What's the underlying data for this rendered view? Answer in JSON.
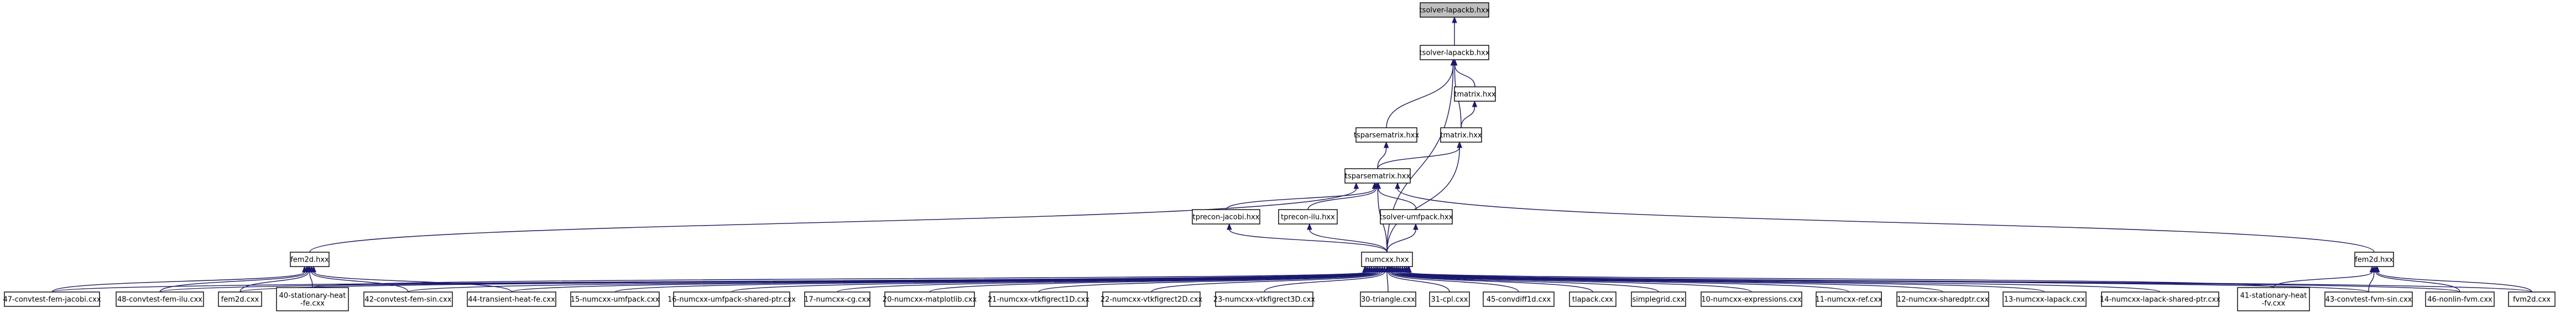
{
  "diagram": {
    "type": "include-dependency-graph",
    "nodes": [
      {
        "id": "root",
        "label": "tsolver-lapackb.hxx",
        "root": true
      },
      {
        "id": "tlapackb",
        "label": "tsolver-lapackb.hxx"
      },
      {
        "id": "tmatrix",
        "label": "tmatrix.hxx"
      },
      {
        "id": "tsparsematrix",
        "label": "tsparsematrix.hxx"
      },
      {
        "id": "tmatrix2",
        "label": "tmatrix.hxx"
      },
      {
        "id": "tsparsematrix2",
        "label": "tsparsematrix.hxx"
      },
      {
        "id": "tpreconjacobi",
        "label": "tprecon-jacobi.hxx"
      },
      {
        "id": "tpreconilu",
        "label": "tprecon-ilu.hxx"
      },
      {
        "id": "tsolverumfpack",
        "label": "tsolver-umfpack.hxx"
      },
      {
        "id": "fem2dl",
        "label": "fem2d.hxx"
      },
      {
        "id": "fem2dr",
        "label": "fem2d.hxx"
      },
      {
        "id": "numcxx",
        "label": "numcxx.hxx"
      },
      {
        "id": "b1",
        "label": "47-convtest-fem-jacobi.cxx"
      },
      {
        "id": "b2",
        "label": "48-convtest-fem-ilu.cxx"
      },
      {
        "id": "b3",
        "label": "fem2d.cxx"
      },
      {
        "id": "b4",
        "label": [
          "40-stationary-heat",
          "-fe.cxx"
        ]
      },
      {
        "id": "b5",
        "label": "42-convtest-fem-sin.cxx"
      },
      {
        "id": "b6",
        "label": "44-transient-heat-fe.cxx"
      },
      {
        "id": "b7",
        "label": "15-numcxx-umfpack.cxx"
      },
      {
        "id": "b8",
        "label": "16-numcxx-umfpack-shared-ptr.cxx"
      },
      {
        "id": "b9",
        "label": "17-numcxx-cg.cxx"
      },
      {
        "id": "b10",
        "label": "20-numcxx-matplotlib.cxx"
      },
      {
        "id": "b11",
        "label": "21-numcxx-vtkfigrect1D.cxx"
      },
      {
        "id": "b12",
        "label": "22-numcxx-vtkfigrect2D.cxx"
      },
      {
        "id": "b13",
        "label": "23-numcxx-vtkfigrect3D.cxx"
      },
      {
        "id": "b14",
        "label": "30-triangle.cxx"
      },
      {
        "id": "b15",
        "label": "31-cpl.cxx"
      },
      {
        "id": "b16",
        "label": "45-convdiff1d.cxx"
      },
      {
        "id": "b17",
        "label": "tlapack.cxx"
      },
      {
        "id": "b18",
        "label": "simplegrid.cxx"
      },
      {
        "id": "b19",
        "label": "10-numcxx-expressions.cxx"
      },
      {
        "id": "b20",
        "label": "11-numcxx-ref.cxx"
      },
      {
        "id": "b21",
        "label": "12-numcxx-sharedptr.cxx"
      },
      {
        "id": "b22",
        "label": "13-numcxx-lapack.cxx"
      },
      {
        "id": "b23",
        "label": "14-numcxx-lapack-shared-ptr.cxx"
      },
      {
        "id": "b24",
        "label": [
          "41-stationary-heat",
          "-fv.cxx"
        ]
      },
      {
        "id": "b25",
        "label": "43-convtest-fvm-sin.cxx"
      },
      {
        "id": "b26",
        "label": "46-nonlin-fvm.cxx"
      },
      {
        "id": "b27",
        "label": "fvm2d.cxx"
      }
    ],
    "edges": [
      [
        "tlapackb",
        "root"
      ],
      [
        "tmatrix",
        "tlapackb"
      ],
      [
        "tsparsematrix",
        "tlapackb"
      ],
      [
        "tmatrix2",
        "tlapackb"
      ],
      [
        "tmatrix2",
        "tmatrix"
      ],
      [
        "numcxx",
        "tlapackb"
      ],
      [
        "tsparsematrix2",
        "tsparsematrix"
      ],
      [
        "tsparsematrix2",
        "tmatrix2"
      ],
      [
        "numcxx",
        "tmatrix2"
      ],
      [
        "tpreconjacobi",
        "tsparsematrix2"
      ],
      [
        "tpreconilu",
        "tsparsematrix2"
      ],
      [
        "tsolverumfpack",
        "tsparsematrix2"
      ],
      [
        "fem2dl",
        "tsparsematrix2"
      ],
      [
        "fem2dr",
        "tsparsematrix2"
      ],
      [
        "numcxx",
        "tsparsematrix2"
      ],
      [
        "numcxx",
        "tpreconjacobi"
      ],
      [
        "numcxx",
        "tpreconilu"
      ],
      [
        "numcxx",
        "tsolverumfpack"
      ],
      [
        "b1",
        "fem2dl"
      ],
      [
        "b2",
        "fem2dl"
      ],
      [
        "b3",
        "fem2dl"
      ],
      [
        "b4",
        "fem2dl"
      ],
      [
        "b5",
        "fem2dl"
      ],
      [
        "b6",
        "fem2dl"
      ],
      [
        "b24",
        "fem2dr"
      ],
      [
        "b25",
        "fem2dr"
      ],
      [
        "b26",
        "fem2dr"
      ],
      [
        "b27",
        "fem2dr"
      ],
      [
        "b1",
        "numcxx"
      ],
      [
        "b2",
        "numcxx"
      ],
      [
        "b3",
        "numcxx"
      ],
      [
        "b4",
        "numcxx"
      ],
      [
        "b5",
        "numcxx"
      ],
      [
        "b6",
        "numcxx"
      ],
      [
        "b7",
        "numcxx"
      ],
      [
        "b8",
        "numcxx"
      ],
      [
        "b9",
        "numcxx"
      ],
      [
        "b10",
        "numcxx"
      ],
      [
        "b11",
        "numcxx"
      ],
      [
        "b12",
        "numcxx"
      ],
      [
        "b13",
        "numcxx"
      ],
      [
        "b14",
        "numcxx"
      ],
      [
        "b15",
        "numcxx"
      ],
      [
        "b16",
        "numcxx"
      ],
      [
        "b17",
        "numcxx"
      ],
      [
        "b18",
        "numcxx"
      ],
      [
        "b19",
        "numcxx"
      ],
      [
        "b20",
        "numcxx"
      ],
      [
        "b21",
        "numcxx"
      ],
      [
        "b22",
        "numcxx"
      ],
      [
        "b23",
        "numcxx"
      ],
      [
        "b24",
        "numcxx"
      ],
      [
        "b25",
        "numcxx"
      ],
      [
        "b26",
        "numcxx"
      ],
      [
        "b27",
        "numcxx"
      ]
    ],
    "colors": {
      "root_fill": "#bfbfbf",
      "node_fill": "#ffffff",
      "edge": "#191970"
    }
  }
}
